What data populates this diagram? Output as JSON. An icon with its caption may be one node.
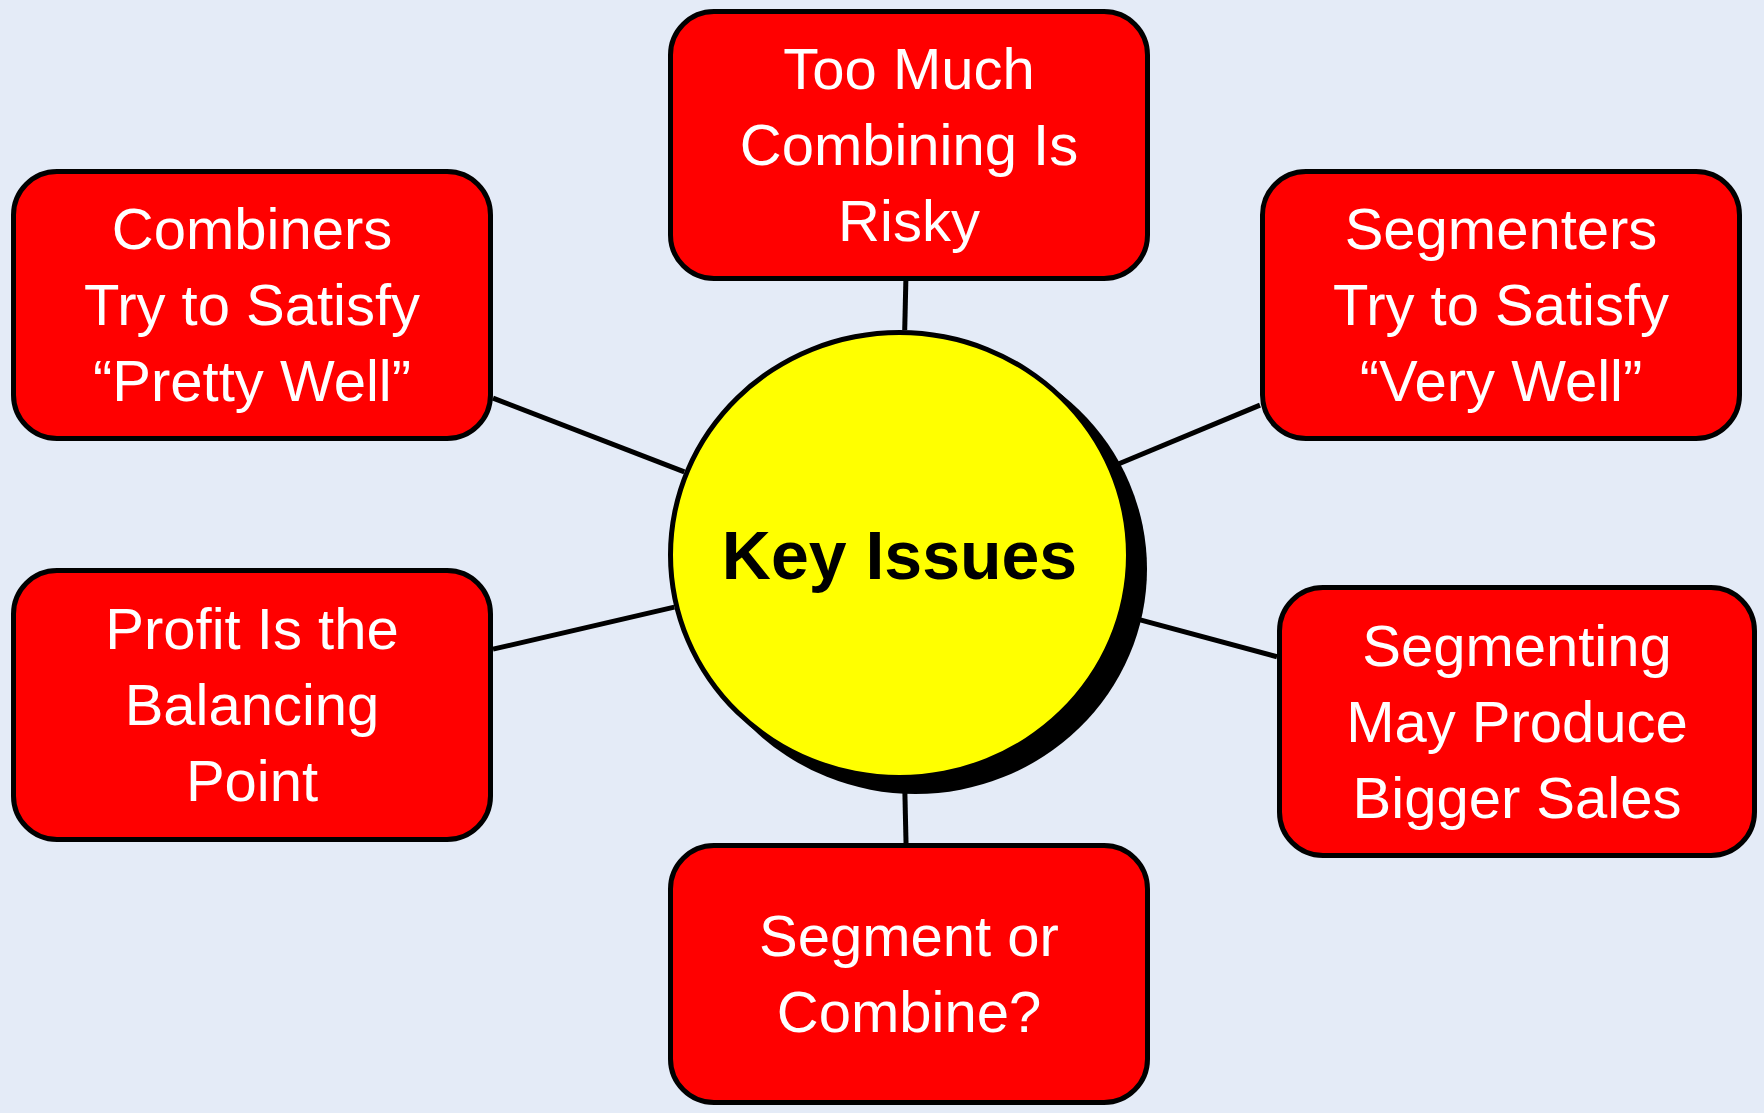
{
  "diagram": {
    "nodes": [
      {
        "text": [
          "Too Much Combining Is Risky"
        ]
      },
      {
        "text": [
          "Combiners Try to Satisfy “Pretty Well”"
        ]
      },
      {
        "text": [
          "Segmenters Try to Satisfy “Very Well”"
        ]
      },
      {
        "text": [
          "Key Issues"
        ]
      },
      {
        "text": [
          "Profit Is the Balancing Point"
        ]
      },
      {
        "text": [
          "Segmenting May Produce Bigger Sales"
        ]
      },
      {
        "text": [
          "Segment or Combine?"
        ]
      }
    ],
    "edges": [
      {
        "from": 3,
        "to": 0,
        "arrow": "none"
      },
      {
        "from": 3,
        "to": 1,
        "arrow": "none"
      },
      {
        "from": 3,
        "to": 2,
        "arrow": "none"
      },
      {
        "from": 3,
        "to": 4,
        "arrow": "none"
      },
      {
        "from": 3,
        "to": 5,
        "arrow": "none"
      },
      {
        "from": 3,
        "to": 6,
        "arrow": "none"
      }
    ]
  }
}
